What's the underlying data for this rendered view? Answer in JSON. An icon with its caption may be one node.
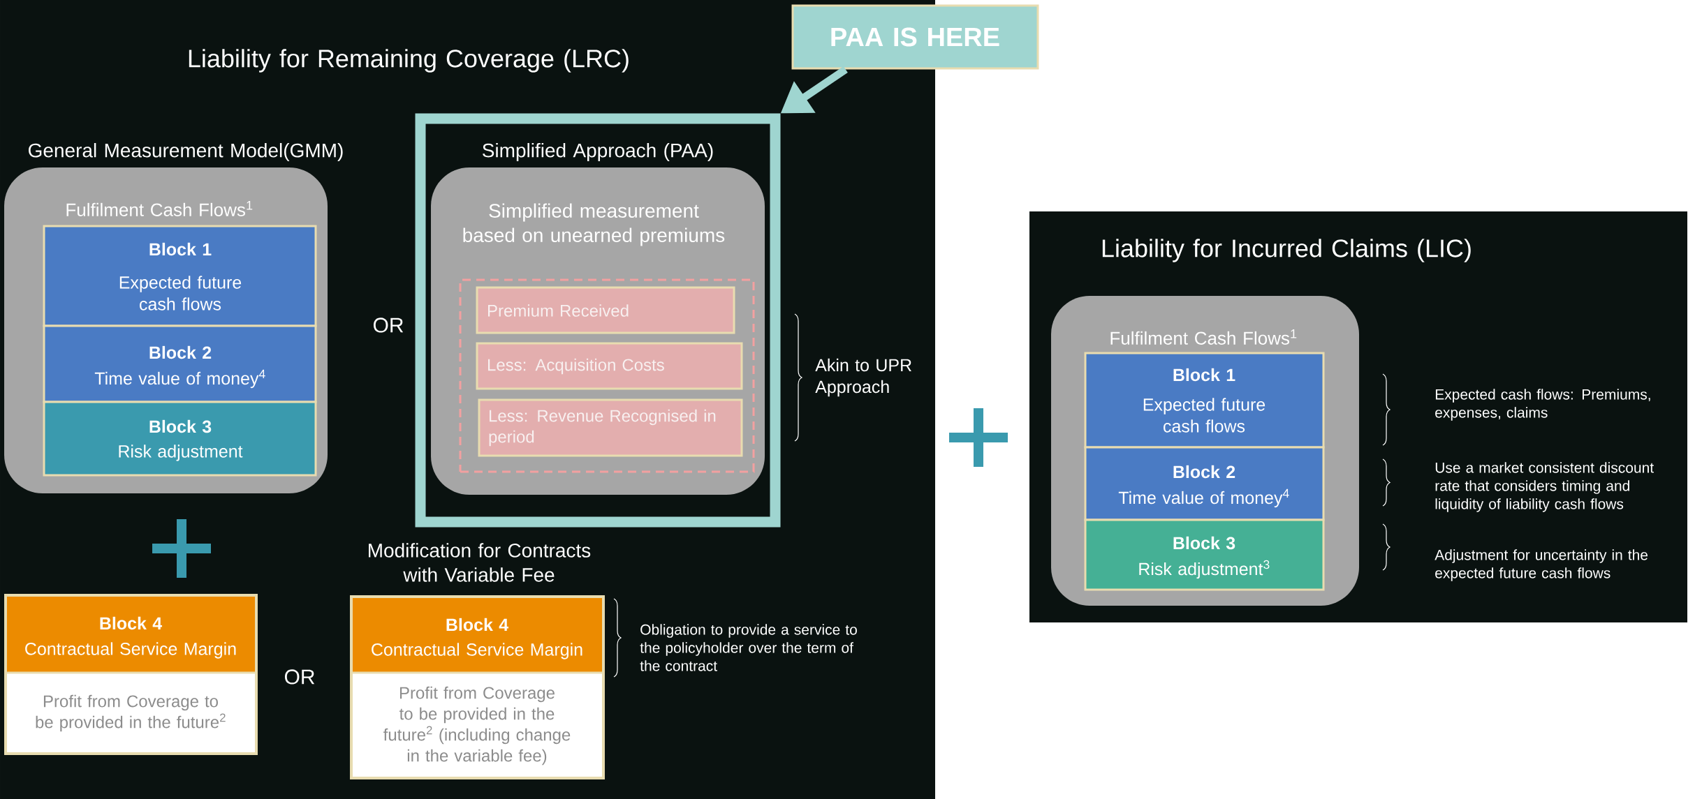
{
  "diagram": {
    "nodes": [
      {
        "text": [
          "Liability for Remaining Coverage (LRC)"
        ]
      },
      {
        "text": [
          "General Measurement Model(GMM)",
          "Fulfilment Cash Flows$^{1}$"
        ],
        "in": 0
      },
      {
        "text": [
          "Block 1",
          "Expected future cash flows"
        ],
        "in": 1
      },
      {
        "text": [
          "Block 2",
          "Time value of money$^{4}$"
        ],
        "in": 1
      },
      {
        "text": [
          "Block 3",
          "Risk adjustment"
        ],
        "in": 1
      },
      {
        "text": [
          "Simplified Approach (PAA)"
        ],
        "in": 0
      },
      {
        "text": [
          "Simplified measurement based on unearned premiums"
        ],
        "in": 5
      },
      {
        "text": [],
        "shape": "box",
        "in": 6,
        "beside": [
          "Akin to UPR Approach"
        ]
      },
      {
        "text": [
          "Premium Received"
        ],
        "in": 7
      },
      {
        "text": [
          "Less: Acquisition Costs"
        ],
        "in": 7
      },
      {
        "text": [
          "Less: Revenue Recognised in period"
        ],
        "in": 7
      },
      {
        "text": [
          "PAA IS HERE"
        ]
      },
      {
        "text": [
          "Block 4",
          "Contractual Service Margin",
          "Profit from Coverage to be provided in the future$^{2}$"
        ],
        "in": 0
      },
      {
        "text": [
          "Modification for Contracts with Variable Fee",
          "Block 4",
          "Contractual Service Margin",
          "Profit from Coverage to be provided in the future$^{2}$ (including change in the variable fee)"
        ],
        "in": 0,
        "beside": [
          "Obligation to provide a service to the policyholder over the term of the contract"
        ]
      },
      {
        "text": [
          "Liability for Incurred Claims (LIC)"
        ]
      },
      {
        "text": [
          "Fulfilment Cash Flows$^{1}$"
        ],
        "in": 14
      },
      {
        "text": [
          "Block 1",
          "Expected future cash flows"
        ],
        "in": 15,
        "beside": [
          "Expected cash flows: Premiums, expenses, claims"
        ]
      },
      {
        "text": [
          "Block 2",
          "Time value of money$^{4}$"
        ],
        "in": 15,
        "beside": [
          "Use a market consistent discount rate that considers timing and liquidity of liability cash flows"
        ]
      },
      {
        "text": [
          "Block 3",
          "Risk adjustment$^{3}$"
        ],
        "in": 15,
        "beside": [
          "Adjustment for uncertainty in the expected future cash flows"
        ]
      }
    ],
    "edges": [
      {
        "from": 11,
        "to": 5,
        "arrow": "to"
      }
    ],
    "labels": [
      "OR",
      "OR"
    ]
  }
}
